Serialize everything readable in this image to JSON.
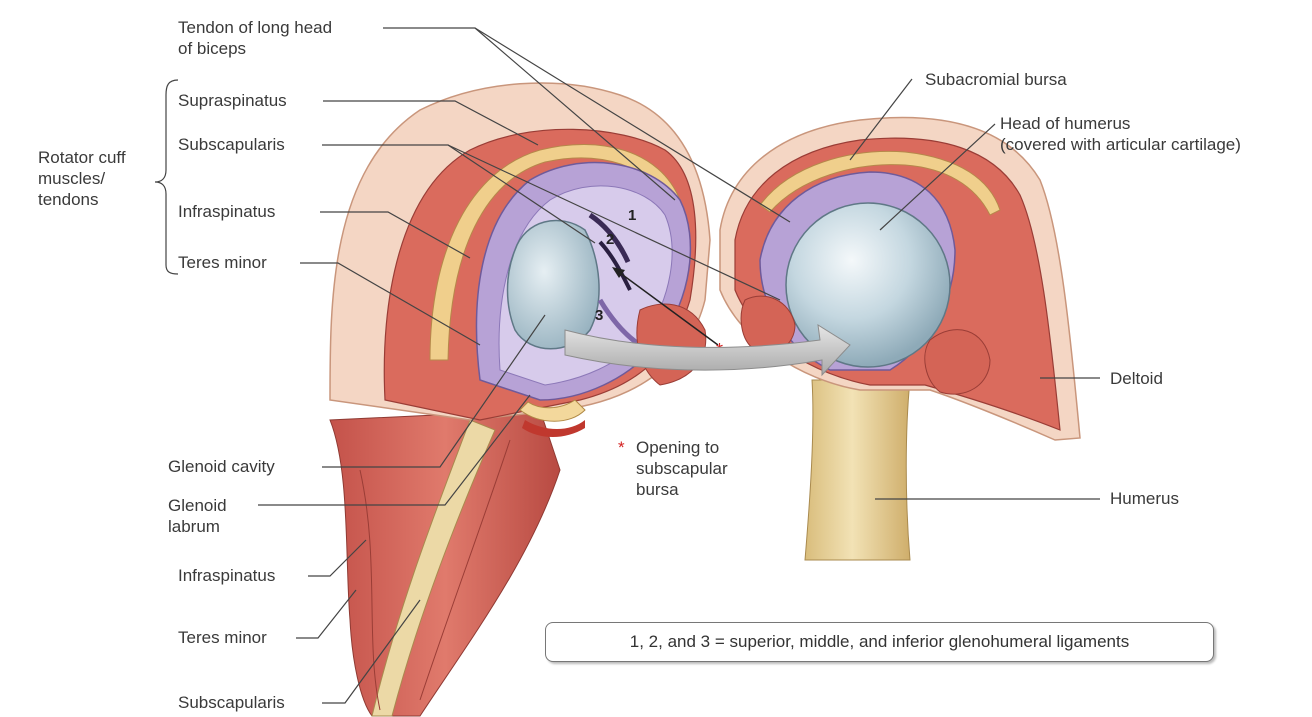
{
  "labels": {
    "tendon_biceps": "Tendon of long head\nof biceps",
    "supraspinatus": "Supraspinatus",
    "subscapularis_top": "Subscapularis",
    "infraspinatus_top": "Infraspinatus",
    "teres_minor_top": "Teres minor",
    "rotator_cuff": "Rotator cuff\nmuscles/\ntendons",
    "glenoid_cavity": "Glenoid cavity",
    "glenoid_labrum": "Glenoid\nlabrum",
    "infraspinatus_bottom": "Infraspinatus",
    "teres_minor_bottom": "Teres minor",
    "subscapularis_bottom": "Subscapularis",
    "subacromial_bursa": "Subacromial bursa",
    "head_humerus": "Head of humerus\n(covered with articular cartilage)",
    "deltoid": "Deltoid",
    "humerus": "Humerus",
    "opening_star": "*",
    "opening": "Opening to\nsubscapular\nbursa"
  },
  "ligament_numbers": [
    "1",
    "2",
    "3"
  ],
  "legend": "1, 2, and 3 = superior, middle, and inferior glenohumeral ligaments",
  "colors": {
    "muscle": "#d9675a",
    "muscle_dark": "#b8473f",
    "skin": "#f1c9b4",
    "cartilage": "#bcd3dd",
    "bursa": "#b9a4d6",
    "bone": "#e6cf95",
    "arrow": "#c8c8c8",
    "star": "#d32020"
  }
}
